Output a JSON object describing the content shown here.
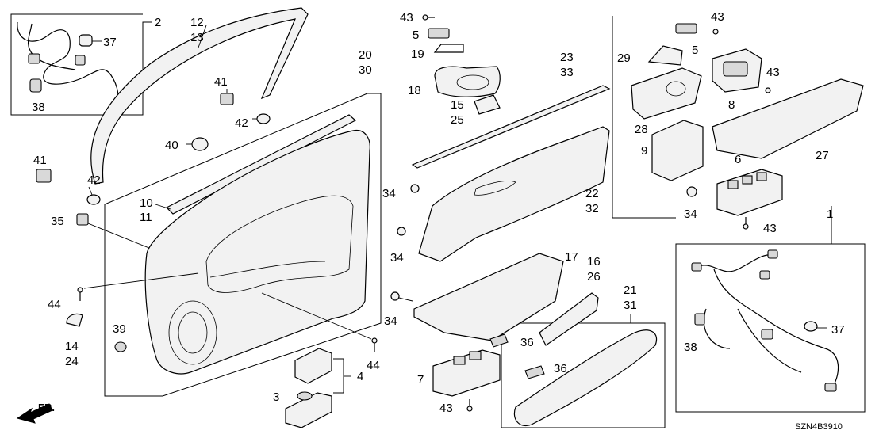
{
  "diagram": {
    "reference_code": "SZN4B3910",
    "direction_label": "FR.",
    "callouts": [
      {
        "id": "c2",
        "text": "2"
      },
      {
        "id": "c37a",
        "text": "37"
      },
      {
        "id": "c38a",
        "text": "38"
      },
      {
        "id": "c12",
        "text": "12"
      },
      {
        "id": "c13",
        "text": "13"
      },
      {
        "id": "c41a",
        "text": "41"
      },
      {
        "id": "c42a",
        "text": "42"
      },
      {
        "id": "c41b",
        "text": "41"
      },
      {
        "id": "c42b",
        "text": "42"
      },
      {
        "id": "c40",
        "text": "40"
      },
      {
        "id": "c10",
        "text": "10"
      },
      {
        "id": "c11",
        "text": "11"
      },
      {
        "id": "c35",
        "text": "35"
      },
      {
        "id": "c20",
        "text": "20"
      },
      {
        "id": "c30",
        "text": "30"
      },
      {
        "id": "c44a",
        "text": "44"
      },
      {
        "id": "c14",
        "text": "14"
      },
      {
        "id": "c24",
        "text": "24"
      },
      {
        "id": "c39",
        "text": "39"
      },
      {
        "id": "c44b",
        "text": "44"
      },
      {
        "id": "c4",
        "text": "4"
      },
      {
        "id": "c3",
        "text": "3"
      },
      {
        "id": "c43a",
        "text": "43"
      },
      {
        "id": "c5a",
        "text": "5"
      },
      {
        "id": "c19",
        "text": "19"
      },
      {
        "id": "c18",
        "text": "18"
      },
      {
        "id": "c15",
        "text": "15"
      },
      {
        "id": "c25",
        "text": "25"
      },
      {
        "id": "c23",
        "text": "23"
      },
      {
        "id": "c33",
        "text": "33"
      },
      {
        "id": "c34a",
        "text": "34"
      },
      {
        "id": "c22",
        "text": "22"
      },
      {
        "id": "c32",
        "text": "32"
      },
      {
        "id": "c34b",
        "text": "34"
      },
      {
        "id": "c17",
        "text": "17"
      },
      {
        "id": "c16",
        "text": "16"
      },
      {
        "id": "c26",
        "text": "26"
      },
      {
        "id": "c34c",
        "text": "34"
      },
      {
        "id": "c36a",
        "text": "36"
      },
      {
        "id": "c7",
        "text": "7"
      },
      {
        "id": "c43b",
        "text": "43"
      },
      {
        "id": "c21",
        "text": "21"
      },
      {
        "id": "c31",
        "text": "31"
      },
      {
        "id": "c36b",
        "text": "36"
      },
      {
        "id": "c29",
        "text": "29"
      },
      {
        "id": "c43c",
        "text": "43"
      },
      {
        "id": "c5b",
        "text": "5"
      },
      {
        "id": "c43d",
        "text": "43"
      },
      {
        "id": "c8",
        "text": "8"
      },
      {
        "id": "c28",
        "text": "28"
      },
      {
        "id": "c9",
        "text": "9"
      },
      {
        "id": "c27",
        "text": "27"
      },
      {
        "id": "c6",
        "text": "6"
      },
      {
        "id": "c34d",
        "text": "34"
      },
      {
        "id": "c43e",
        "text": "43"
      },
      {
        "id": "c1",
        "text": "1"
      },
      {
        "id": "c38b",
        "text": "38"
      },
      {
        "id": "c37b",
        "text": "37"
      }
    ]
  }
}
